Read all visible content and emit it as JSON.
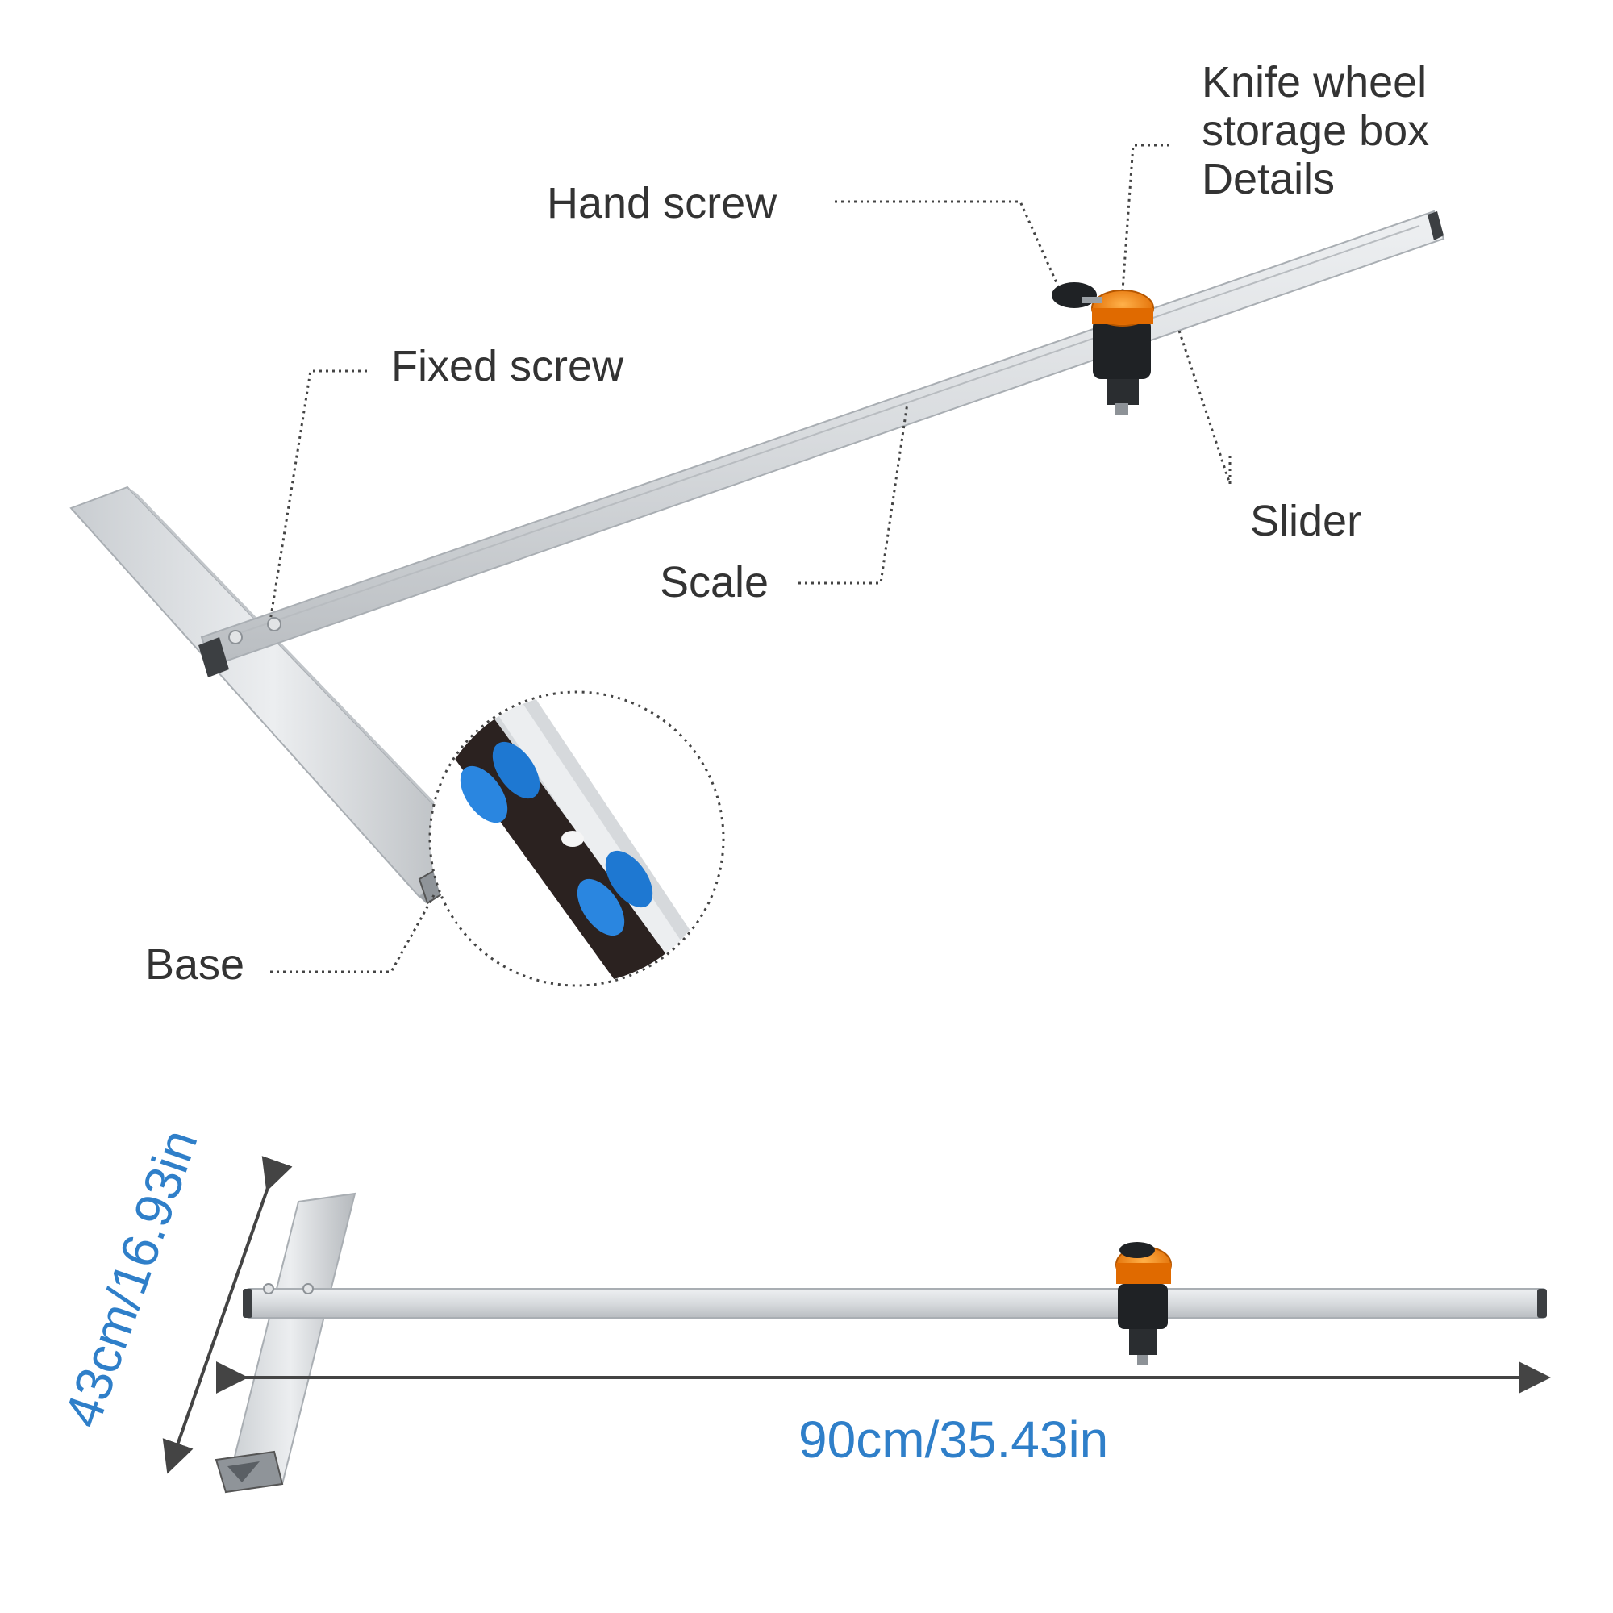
{
  "labels": {
    "knife_wheel_line1": "Knife wheel",
    "knife_wheel_line2": "storage box",
    "knife_wheel_line3": "Details",
    "hand_screw": "Hand screw",
    "fixed_screw": "Fixed screw",
    "slider": "Slider",
    "scale": "Scale",
    "base": "Base"
  },
  "dimensions": {
    "length": "90cm/35.43in",
    "width": "43cm/16.93in"
  },
  "colors": {
    "label_text": "#333333",
    "dimension_text": "#2f7fc9",
    "aluminum": "#d9dcdf",
    "aluminum_dark": "#a9aeb3",
    "orange_cap": "#f07a10",
    "roller_blue": "#1e78d2",
    "leader_line": "#444444"
  }
}
